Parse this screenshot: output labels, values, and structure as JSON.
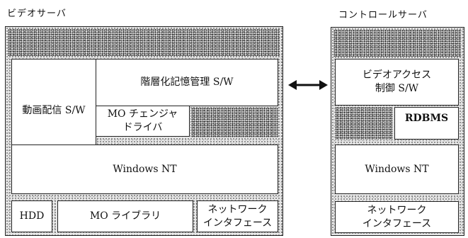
{
  "video_server": {
    "title": "ビデオサーバ",
    "streaming_sw": "動画配信 S/W",
    "hsm_sw": "階層化記憶管理 S/W",
    "mo_changer_driver": [
      "MO チェンジャ",
      "ドライバ"
    ],
    "os": "Windows NT",
    "hdd": "HDD",
    "mo_library": "MO ライブラリ",
    "network_if": [
      "ネットワーク",
      "インタフェース"
    ]
  },
  "control_server": {
    "title": "コントロールサーバ",
    "video_access_control": [
      "ビデオアクセス",
      "制御 S/W"
    ],
    "rdbms": "RDBMS",
    "os": "Windows NT",
    "network_if": [
      "ネットワーク",
      "インタフェース"
    ]
  }
}
